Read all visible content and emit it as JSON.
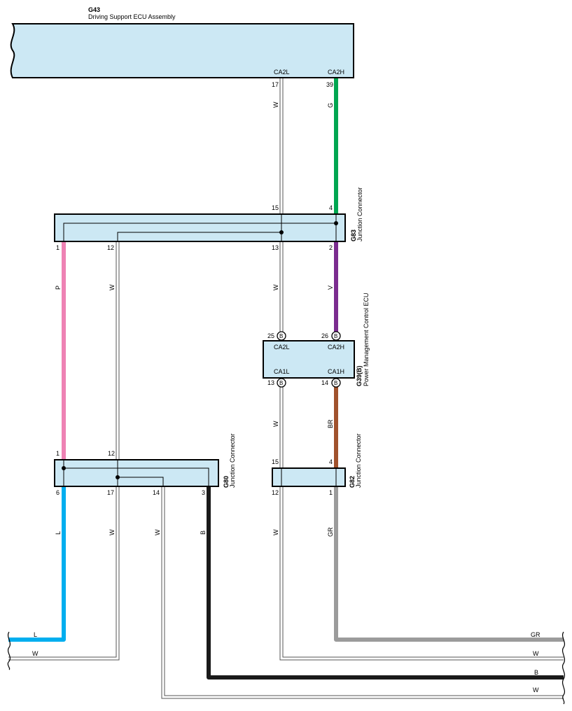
{
  "components": {
    "g43": {
      "code": "G43",
      "name": "Driving Support ECU Assembly",
      "pin_ca2l": "CA2L",
      "pin_ca2h": "CA2H"
    },
    "g83": {
      "code": "G83",
      "name": "Junction Connector"
    },
    "g39": {
      "code": "G39(B)",
      "name": "Power Management Control ECU",
      "pin_ca2l": "CA2L",
      "pin_ca2h": "CA2H",
      "pin_ca1l": "CA1L",
      "pin_ca1h": "CA1H",
      "badge": "B"
    },
    "g80": {
      "code": "G80",
      "name": "Junction Connector"
    },
    "g82": {
      "code": "G82",
      "name": "Junction Connector"
    }
  },
  "pins": {
    "g43_17": "17",
    "g43_39": "39",
    "g83_15": "15",
    "g83_4": "4",
    "g83_1": "1",
    "g83_12": "12",
    "g83_13": "13",
    "g83_2": "2",
    "g39_25": "25",
    "g39_26": "26",
    "g39_13": "13",
    "g39_14": "14",
    "g80_1": "1",
    "g80_12": "12",
    "g80_6": "6",
    "g80_17": "17",
    "g80_14": "14",
    "g80_3": "3",
    "g82_15": "15",
    "g82_4": "4",
    "g82_12": "12",
    "g82_1": "1"
  },
  "wire_colors": {
    "w_g43_17": "W",
    "w_g43_39": "G",
    "w_g83_1": "P",
    "w_g83_12": "W",
    "w_g83_13": "W",
    "w_g83_2": "V",
    "w_g39_13": "W",
    "w_g39_14": "BR",
    "w_g80_6": "L",
    "w_g80_17": "W",
    "w_g80_14": "W",
    "w_g80_3": "B",
    "w_g82_12": "W",
    "w_g82_1": "GR",
    "b_l": "L",
    "b_w1": "W",
    "b_gr": "GR",
    "b_w2": "W",
    "b_b": "B",
    "b_w3": "W"
  },
  "colors": {
    "green": "#00a651",
    "purple": "#7b2c8f",
    "pink": "#ee82b4",
    "brown": "#a0522d",
    "blue": "#00aeef",
    "black": "#1a1a1a",
    "gray": "#9b9b9b",
    "white_wire": "#ffffff",
    "box_fill": "#cce8f4"
  }
}
